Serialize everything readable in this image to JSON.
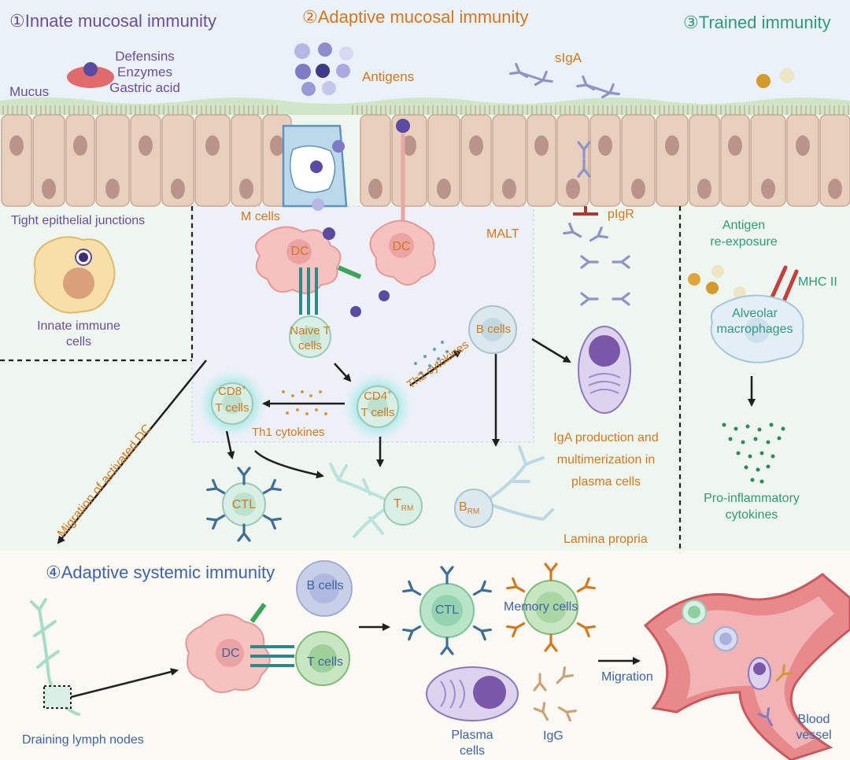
{
  "sections": {
    "innate": "①Innate mucosal immunity",
    "adaptive_mucosal": "②Adaptive mucosal immunity",
    "trained": "③Trained immunity",
    "adaptive_systemic": "④Adaptive systemic immunity"
  },
  "lumen": {
    "defensins": "Defensins",
    "enzymes": "Enzymes",
    "gastric_acid": "Gastric acid",
    "mucus": "Mucus",
    "antigens": "Antigens",
    "siga": "sIgA"
  },
  "innate_panel": {
    "tight_junctions": "Tight epithelial junctions",
    "innate_cells_1": "Innate immune",
    "innate_cells_2": "cells"
  },
  "mucosal_panel": {
    "m_cells": "M cells",
    "dc": "DC",
    "malt": "MALT",
    "pigr": "pIgR",
    "naive_t_1": "Naive T",
    "naive_t_2": "cells",
    "b_cells": "B cells",
    "cd8_main": "CD8",
    "cd8_sup": "+",
    "cd8_line2": "T cells",
    "cd4_main": "CD4",
    "cd4_sup": "+",
    "cd4_line2": "T cells",
    "th1": "Th1 cytokines",
    "th2": "Th2 cytokines",
    "ctl": "CTL",
    "trm_main": "T",
    "trm_sub": "RM",
    "brm_main": "B",
    "brm_sub": "RM",
    "iga_1": "IgA production and",
    "iga_2": "multimerization in",
    "iga_3": "plasma cells",
    "lamina": "Lamina propria",
    "migration_dc": "Migration of activated DC"
  },
  "trained_panel": {
    "reexposure_1": "Antigen",
    "reexposure_2": "re-exposure",
    "mhc": "MHC II",
    "macro_1": "Alveolar",
    "macro_2": "macrophages",
    "cyto_1": "Pro-inflammatory",
    "cyto_2": "cytokines"
  },
  "systemic_panel": {
    "lymph": "Draining lymph nodes",
    "dc": "DC",
    "b_cells": "B cells",
    "t_cells": "T cells",
    "ctl": "CTL",
    "memory": "Memory cells",
    "plasma_1": "Plasma",
    "plasma_2": "cells",
    "igg": "IgG",
    "migration": "Migration",
    "blood_1": "Blood",
    "blood_2": "vessel"
  },
  "colors": {
    "innate": "#6a4e98",
    "adaptive_mucosal": "#d2781f",
    "trained": "#2f9a7a",
    "systemic": "#3f63a3"
  },
  "icons": [
    "epithelium",
    "m-cell",
    "dendritic-cell",
    "t-cell",
    "b-cell",
    "plasma-cell",
    "antibody",
    "macrophage",
    "lymph-node",
    "blood-vessel",
    "arrow"
  ]
}
